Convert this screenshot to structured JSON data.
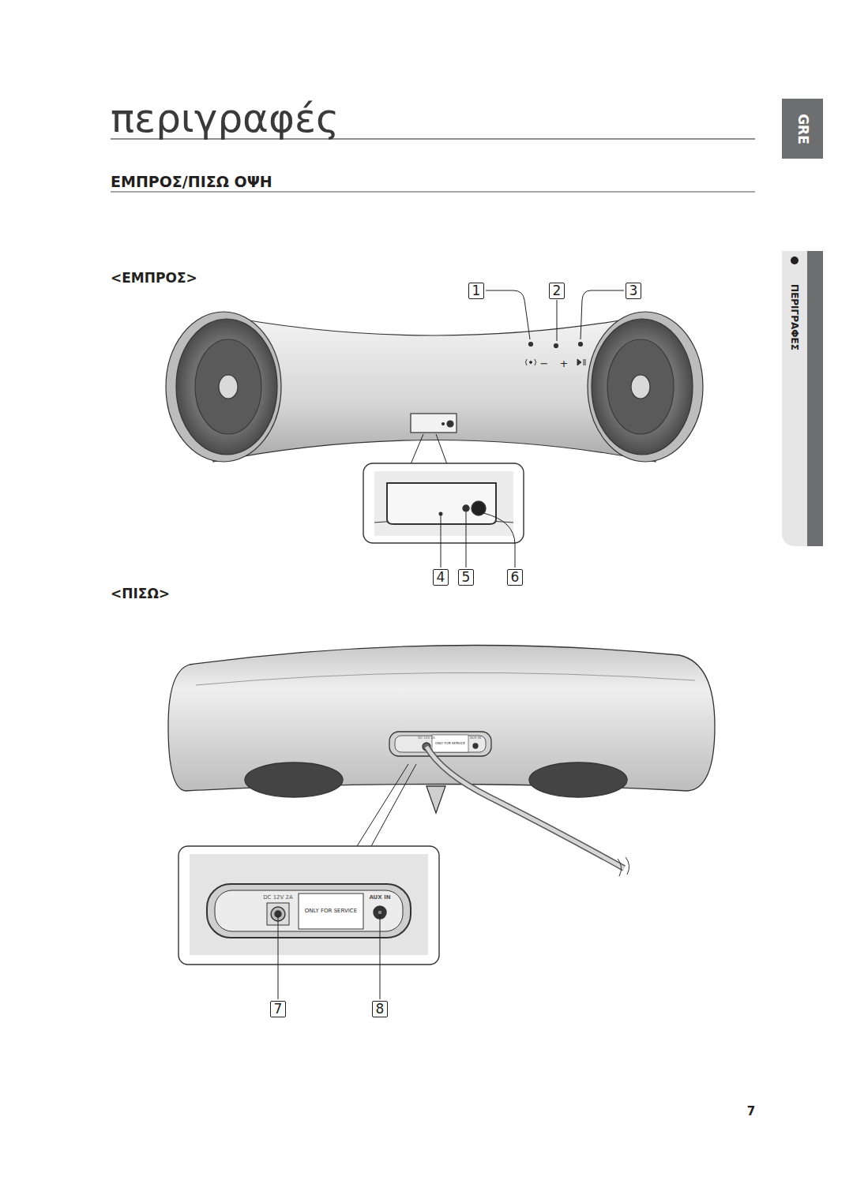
{
  "diagram": {
    "title": "περιγραφές",
    "labels": [
      "GRE",
      "ΕΜΠΡΟΣ/ΠΙΣΩ ΟΨΗ",
      "<ΕΜΠΡΟΣ>",
      "1",
      "2",
      "3",
      "−",
      "+",
      "ΠΕΡΙΓΡΑΦΕΣ",
      "4",
      "5",
      "6",
      "<ΠΙΣΩ>",
      "DC 12V 2A",
      "ONLY FOR SERVICE",
      "AUX IN",
      "DC 12V 2A",
      "ONLY FOR SERVICE",
      "AUX IN",
      "7",
      "8",
      "7"
    ]
  }
}
